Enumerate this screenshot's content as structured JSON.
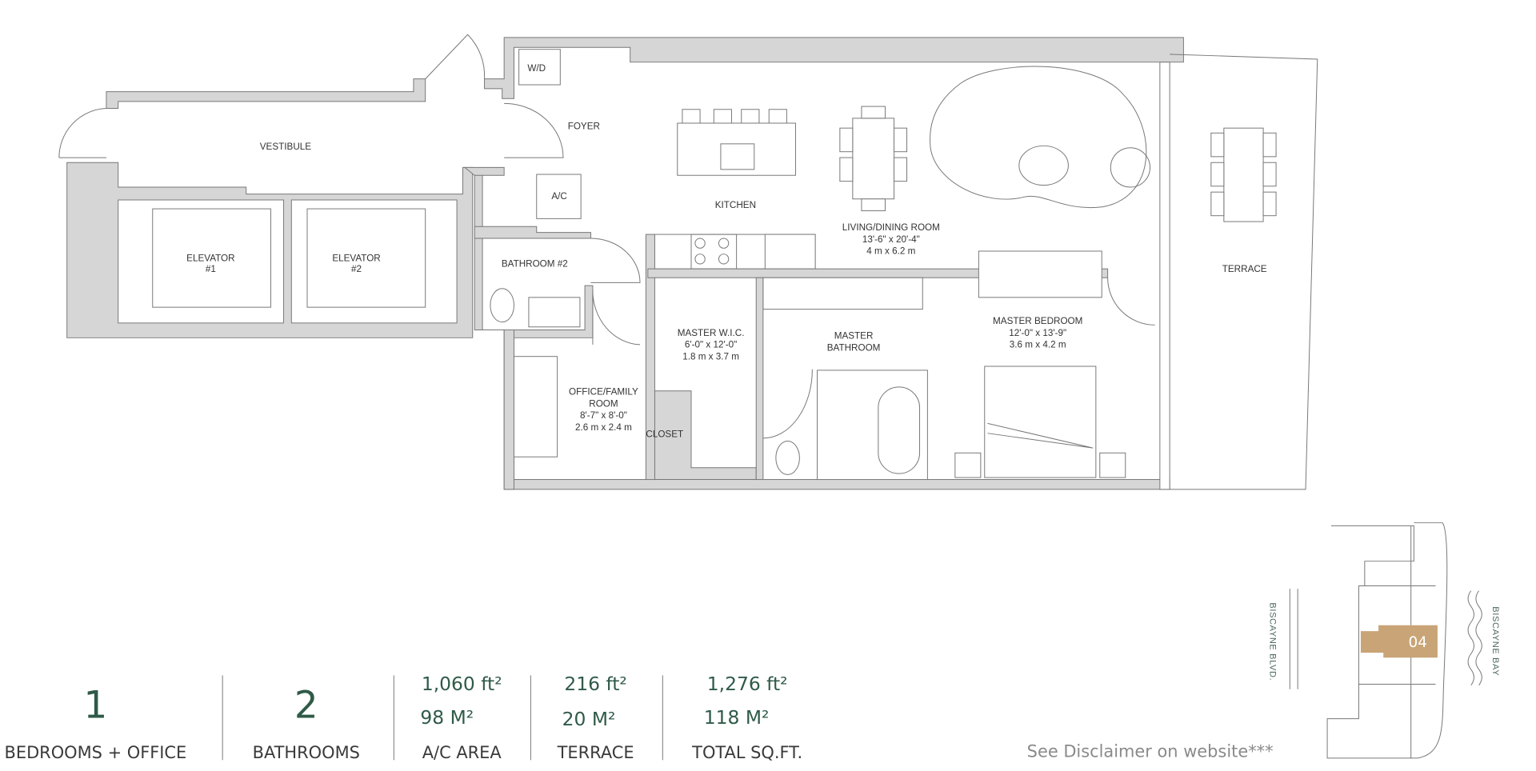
{
  "floorplan": {
    "rooms": {
      "vestibule": "VESTIBULE",
      "foyer": "FOYER",
      "wd": "W/D",
      "ac": "A/C",
      "elevator1": [
        "ELEVATOR",
        "#1"
      ],
      "elevator2": [
        "ELEVATOR",
        "#2"
      ],
      "bathroom2": "BATHROOM #2",
      "kitchen": "KITCHEN",
      "living": [
        "LIVING/DINING ROOM",
        "13'-6\" x 20'-4\"",
        "4 m x 6.2 m"
      ],
      "terrace": "TERRACE",
      "master_wic": [
        "MASTER W.I.C.",
        "6'-0\" x 12'-0\"",
        "1.8 m x 3.7 m"
      ],
      "master_bath": [
        "MASTER",
        "BATHROOM"
      ],
      "master_bedroom": [
        "MASTER BEDROOM",
        "12'-0\" x 13'-9\"",
        "3.6 m x 4.2 m"
      ],
      "office": [
        "OFFICE/FAMILY",
        "ROOM",
        "8'-7\" x 8'-0\"",
        "2.6 m x 2.4 m"
      ],
      "closet": "CLOSET"
    }
  },
  "stats": [
    {
      "value": "1",
      "label": "BEDROOMS + OFFICE"
    },
    {
      "value": "2",
      "label": "BATHROOMS"
    },
    {
      "imperial": "1,060 ft²",
      "metric": "98 M²",
      "label": "A/C AREA"
    },
    {
      "imperial": "216 ft²",
      "metric": "20 M²",
      "label": "TERRACE"
    },
    {
      "imperial": "1,276 ft²",
      "metric": "118 M²",
      "label": "TOTAL SQ.FT."
    }
  ],
  "keyplan": {
    "unit": "04",
    "street_west": "BISCAYNE BLVD.",
    "street_east": "BISCAYNE BAY",
    "highlight_color": "#c8a477"
  },
  "disclaimer": "See Disclaimer on website***",
  "colors": {
    "accent_text": "#2f5a48",
    "wall": "#d6d6d6"
  }
}
